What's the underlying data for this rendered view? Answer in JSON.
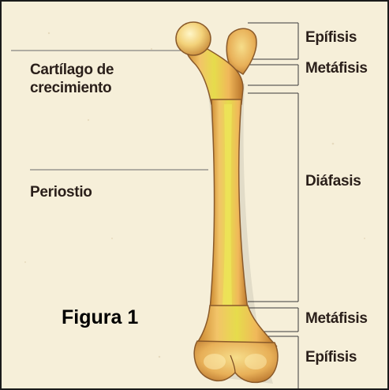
{
  "left_labels": {
    "cartilage_line1": "Cartílago de",
    "cartilage_line2": "crecimiento",
    "periosteum": "Periostio"
  },
  "right_labels": {
    "epiphysis_top": "Epífisis",
    "metaphysis_top": "Metáfisis",
    "diaphysis": "Diáfasis",
    "metaphysis_bottom": "Metáfisis",
    "epiphysis_bottom": "Epífisis"
  },
  "caption": "Figura 1",
  "colors": {
    "background": "#f6efd9",
    "bone_outline": "#8a5a2a",
    "bone_fill": "#f0c56a",
    "bone_core": "#e4d44a",
    "label_text": "#2a1f1a",
    "leader_lines": "#3a3a3a"
  }
}
